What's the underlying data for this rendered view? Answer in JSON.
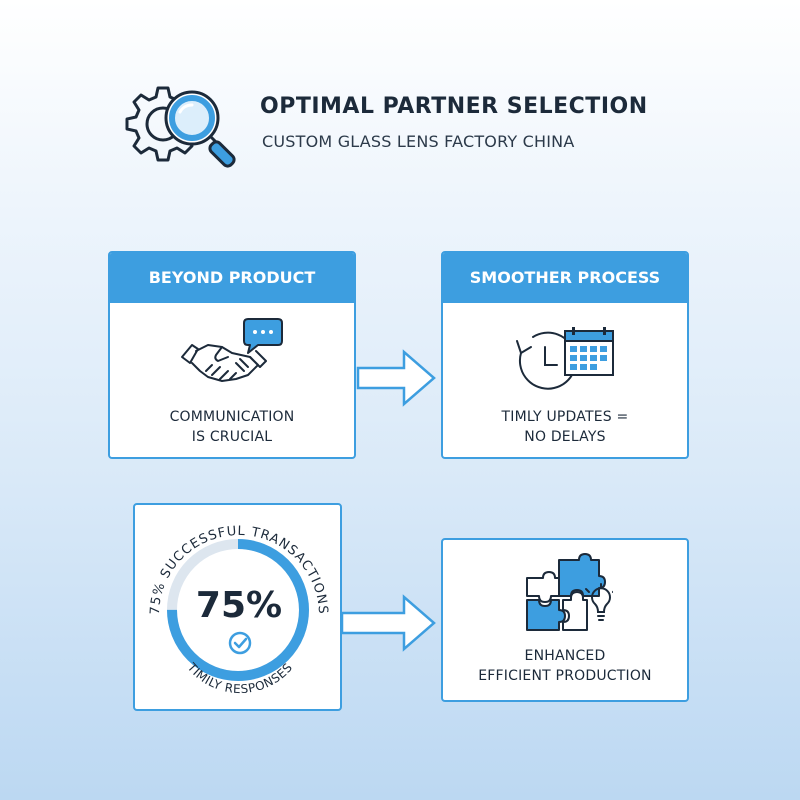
{
  "header": {
    "title": "OPTIMAL PARTNER SELECTION",
    "subtitle": "CUSTOM GLASS LENS FACTORY CHINA",
    "icon": "gear-magnifier-icon"
  },
  "cards": {
    "beyond": {
      "title": "BEYOND PRODUCT",
      "text_line1": "COMMUNICATION",
      "text_line2": "IS CRUCIAL",
      "icon": "handshake-chat-icon"
    },
    "smoother": {
      "title": "SMOOTHER PROCESS",
      "text_line1": "TIMLY UPDATES =",
      "text_line2": "NO DELAYS",
      "icon": "clock-calendar-icon"
    },
    "stat": {
      "value": "75%",
      "percent": 75,
      "arc_top_text": "75% SUCCESSFUL TRANSACTIONS",
      "arc_bottom_text": "TIMILY RESPONSES",
      "icon": "check-circle-icon"
    },
    "enhanced": {
      "text_line1": "ENHANCED",
      "text_line2": "EFFICIENT PRODUCTION",
      "icon": "puzzle-lightbulb-icon"
    }
  },
  "colors": {
    "accent": "#3d9ee0",
    "dark": "#1c2a3a",
    "ring_track": "#dde6ef"
  }
}
